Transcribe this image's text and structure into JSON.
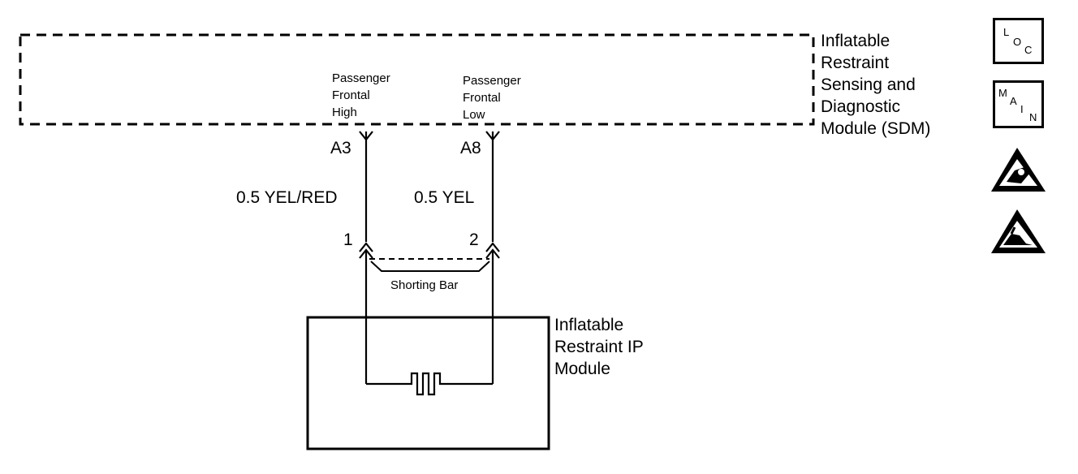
{
  "sdm": {
    "title_lines": [
      "Inflatable",
      "Restraint",
      "Sensing and",
      "Diagnostic",
      "Module (SDM)"
    ],
    "input_high_lines": [
      "Passenger",
      "Frontal",
      "High"
    ],
    "input_low_lines": [
      "Passenger",
      "Frontal",
      "Low"
    ]
  },
  "circuit_left": {
    "terminal": "A3",
    "wire": "0.5 YEL/RED",
    "pin": "1"
  },
  "circuit_right": {
    "terminal": "A8",
    "wire": "0.5 YEL",
    "pin": "2"
  },
  "shorting_bar": {
    "label": "Shorting Bar"
  },
  "ip_module": {
    "title_lines": [
      "Inflatable",
      "Restraint IP",
      "Module"
    ]
  },
  "legend_icons": {
    "loc": {
      "name": "loc-icon",
      "letters": [
        "L",
        "O",
        "C"
      ]
    },
    "main": {
      "name": "main-icon",
      "letters": [
        "M",
        "A",
        "I",
        "N"
      ]
    },
    "esd1": {
      "name": "esd-warning-icon"
    },
    "esd2": {
      "name": "esd-warning-icon"
    }
  }
}
